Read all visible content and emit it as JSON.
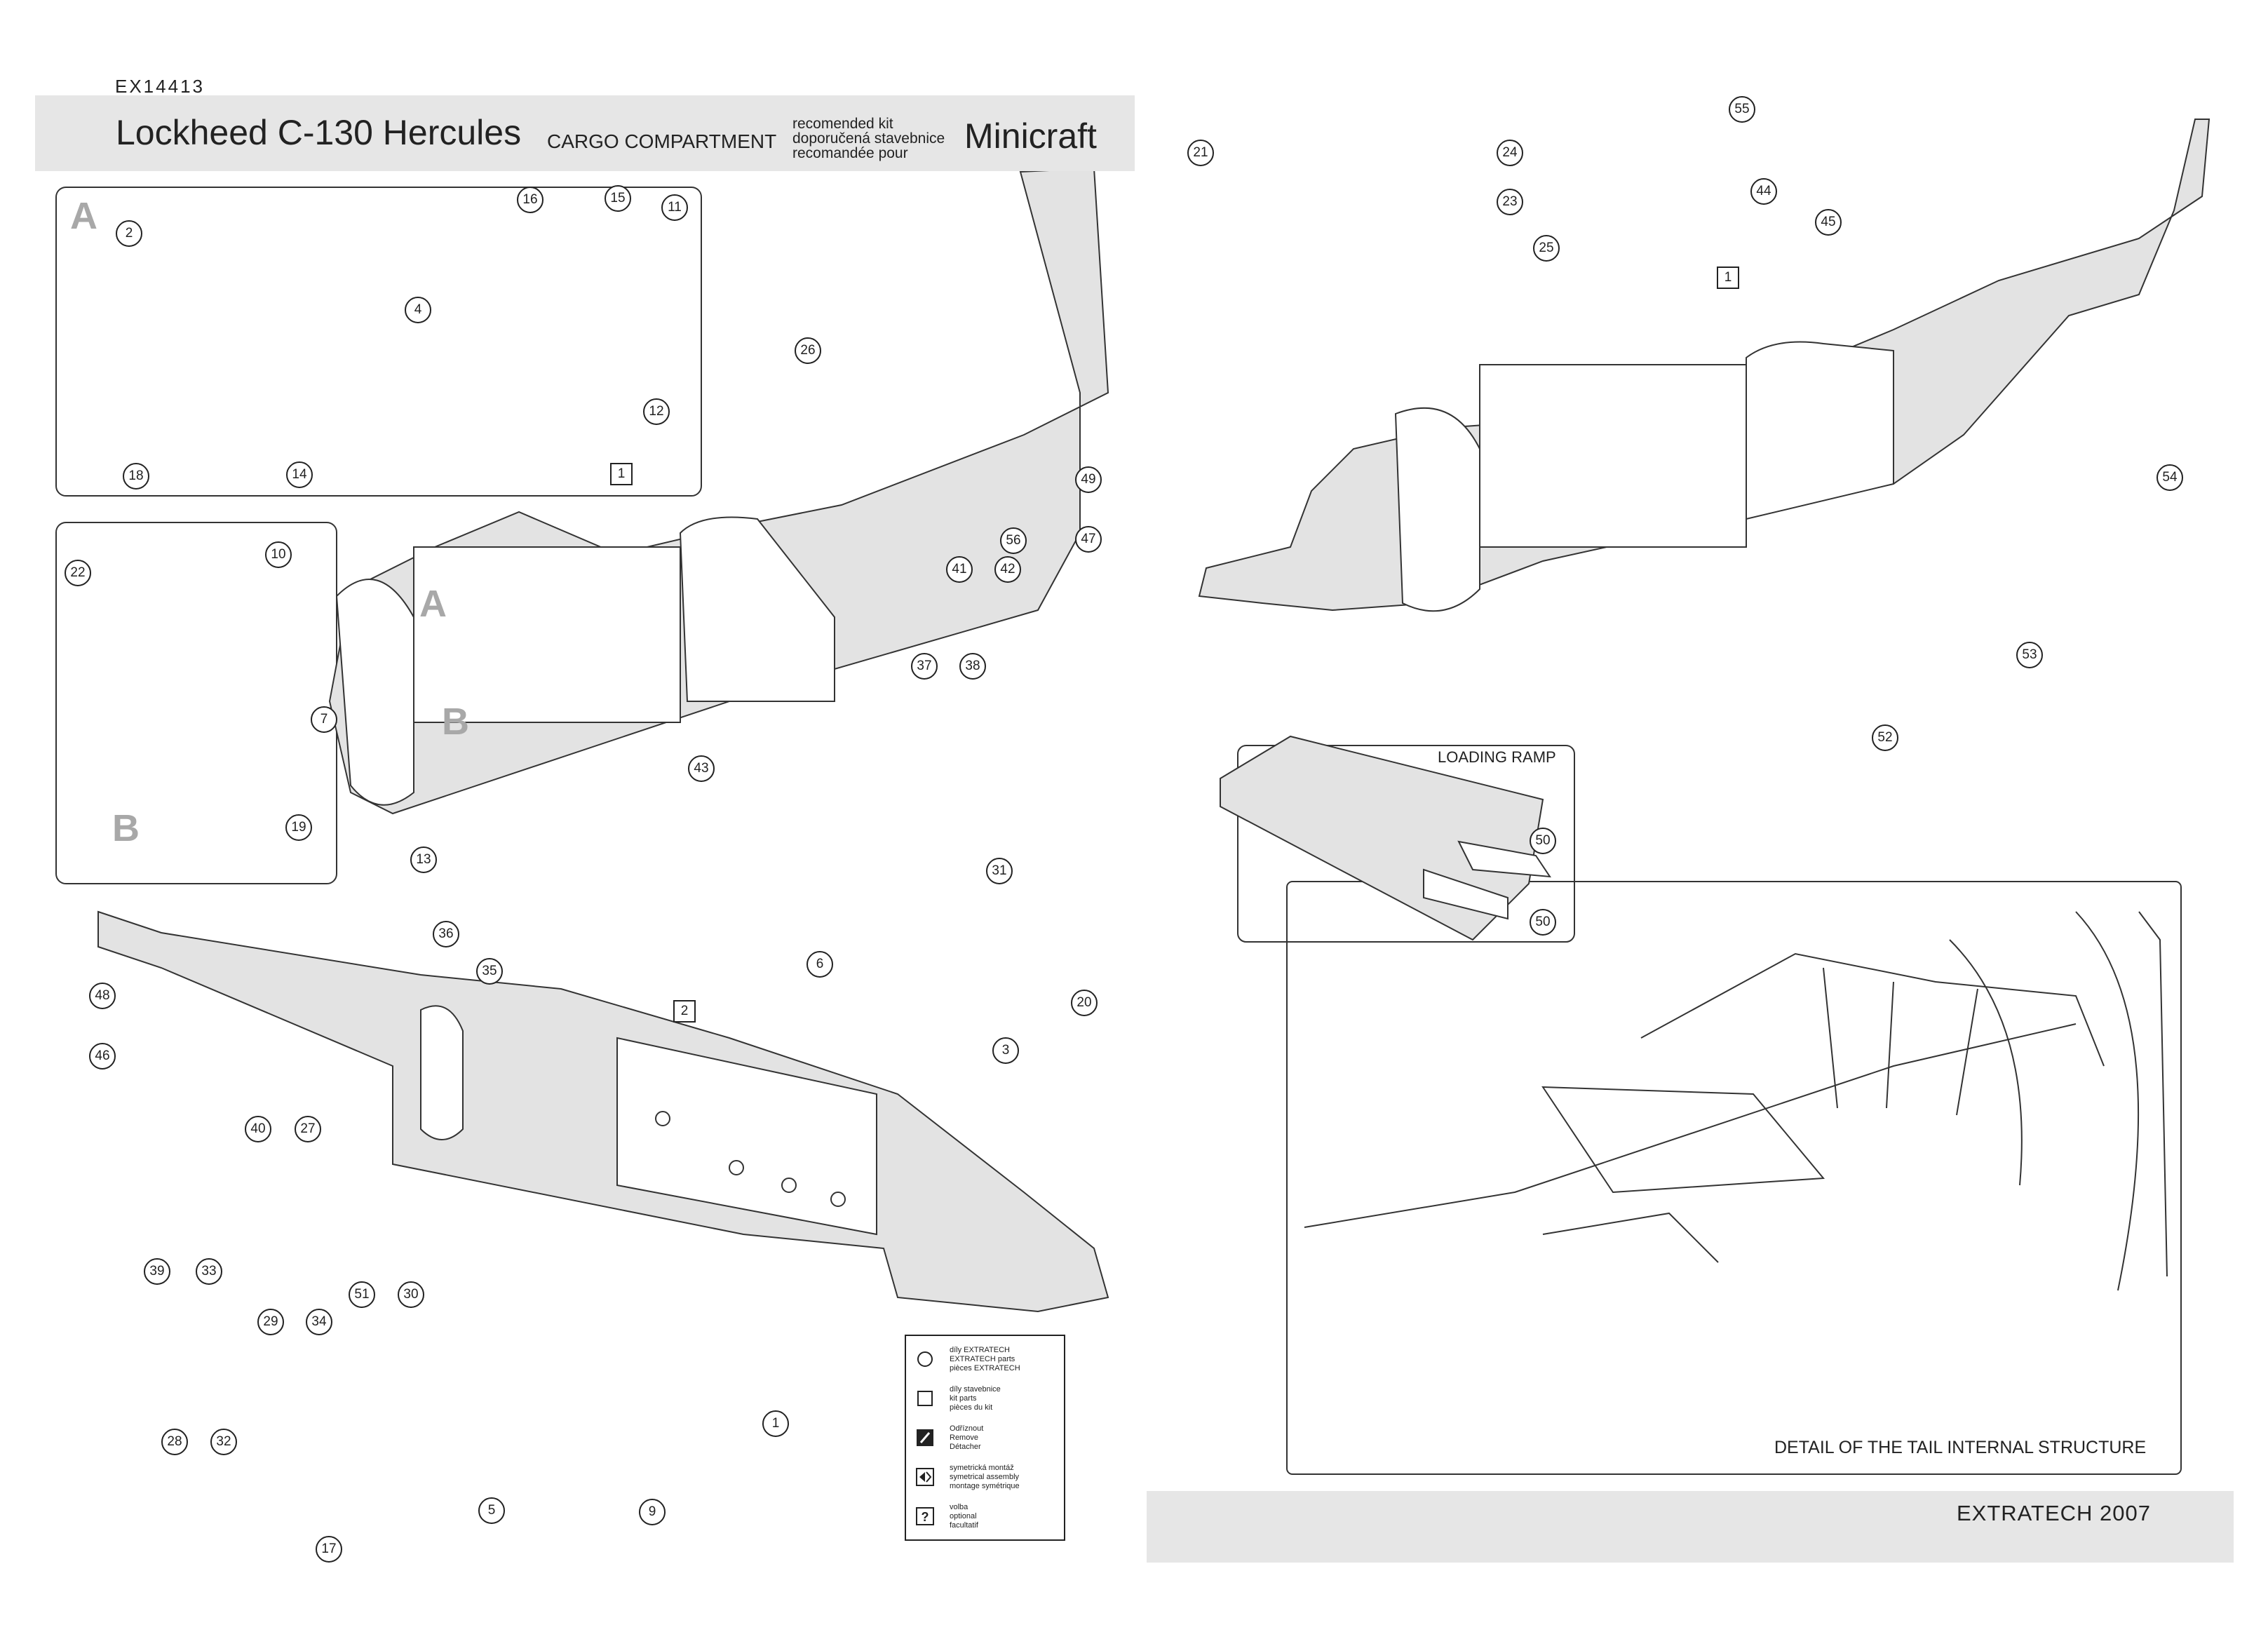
{
  "header": {
    "code": "EX14413",
    "title": "Lockheed C-130 Hercules",
    "subtitle": "CARGO COMPARTMENT",
    "kit_note_lines": [
      "recomended kit",
      "doporučená stavebnice",
      "recomandée pour"
    ],
    "kit_brand": "Minicraft"
  },
  "sections": [
    "A",
    "B",
    "A",
    "B"
  ],
  "assemblies": [
    "1",
    "2",
    "1"
  ],
  "parts": [
    "2",
    "4",
    "16",
    "15",
    "11",
    "26",
    "12",
    "18",
    "14",
    "49",
    "47",
    "56",
    "41",
    "42",
    "10",
    "22",
    "7",
    "19",
    "37",
    "38",
    "43",
    "13",
    "31",
    "36",
    "35",
    "6",
    "20",
    "3",
    "48",
    "46",
    "40",
    "27",
    "39",
    "33",
    "29",
    "34",
    "51",
    "30",
    "28",
    "32",
    "17",
    "5",
    "9",
    "1",
    "21",
    "24",
    "23",
    "25",
    "55",
    "44",
    "45",
    "54",
    "53",
    "52",
    "50",
    "50"
  ],
  "labels": {
    "loading_ramp": "LOADING RAMP",
    "detail": "DETAIL OF THE TAIL INTERNAL STRUCTURE",
    "footer": "EXTRATECH 2007"
  },
  "legend": [
    {
      "icon": "circle-icon",
      "lines": [
        "díly EXTRATECH",
        "EXTRATECH parts",
        "pièces EXTRATECH"
      ]
    },
    {
      "icon": "square-icon",
      "lines": [
        "díly stavebnice",
        "kit parts",
        "pièces du kit"
      ]
    },
    {
      "icon": "knife-icon",
      "lines": [
        "Odříznout",
        "Remove",
        "Détacher"
      ]
    },
    {
      "icon": "symmetry-icon",
      "lines": [
        "symetrická montáž",
        "symetrical assembly",
        "montage symétrique"
      ]
    },
    {
      "icon": "question-icon",
      "lines": [
        "volba",
        "optional",
        "facultatif"
      ]
    }
  ],
  "colors": {
    "line": "#333333",
    "fill_gray": "#e3e3e3",
    "banner": "#e6e6e6",
    "letter": "#a8a8a8"
  }
}
